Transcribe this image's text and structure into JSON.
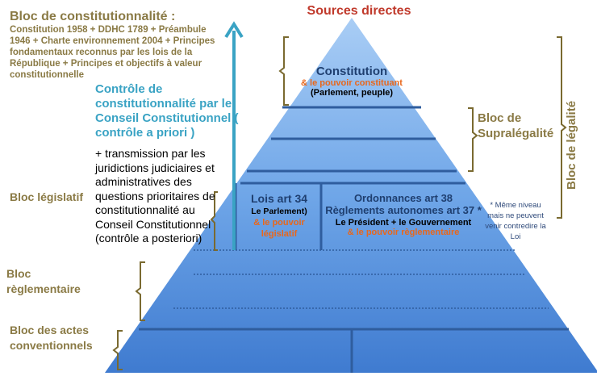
{
  "title": "Sources directes",
  "bloc_constit": {
    "heading": "Bloc de constitutionnalité :",
    "body": "Constitution 1958 + DDHC 1789 + Préambule 1946 + Charte environnement 2004 + Principes fondamentaux reconnus par les lois de la République + Principes et objectifs à valeur constitutionnelle"
  },
  "controle": {
    "apriori": "Contrôle de constitutionnalité par le Conseil Constitutionnel ( contrôle a priori )",
    "posteriori": "+ transmission par les juridictions judiciaires et administratives des questions prioritaires de constitutionnalité au Conseil Constitutionnel (contrôle a posteriori)"
  },
  "left_labels": {
    "legislatif": "Bloc législatif",
    "reglementaire": "Bloc règlementaire",
    "conventionnels": "Bloc des actes conventionnels"
  },
  "right_labels": {
    "supralegalite": "Bloc de Supralégalité",
    "legalite": "Bloc de légalité",
    "note": "* Même niveau mais ne peuvent venir contredire la Loi"
  },
  "pyramid": {
    "constitution": {
      "title": "Constitution",
      "sub": "& le pouvoir constituant",
      "who": "(Parlement, peuple)"
    },
    "lois": {
      "title": "Lois art 34",
      "who": "Le Parlement)",
      "power": "& le pouvoir législatif"
    },
    "ordonnances": {
      "title1": "Ordonnances art 38",
      "title2": "Règlements autonomes art 37 *",
      "who": "Le Président + le Gouvernement",
      "power": "& le pouvoir règlementaire"
    }
  },
  "colors": {
    "olive": "#8a7a45",
    "arrow": "#3aa3c4",
    "red": "#c0392b",
    "orange": "#e8671c",
    "navy": "#1f3f70"
  }
}
